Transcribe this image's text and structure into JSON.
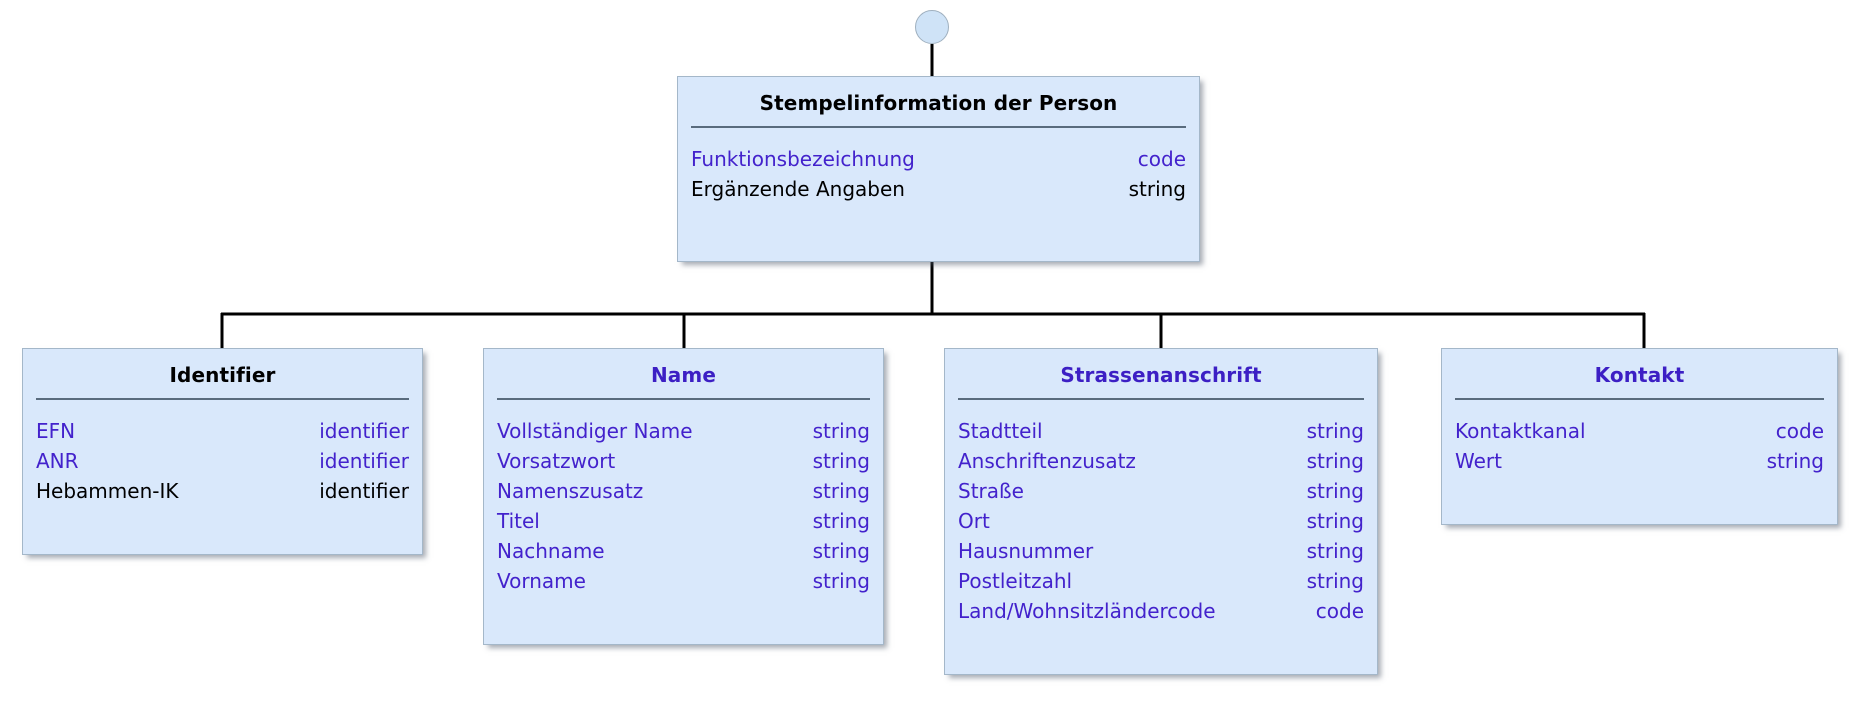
{
  "diagram": {
    "type": "uml-class-diagram",
    "title_text": "Stempelinformation der Person",
    "start_node": {
      "icon": "start-circle-icon"
    },
    "root": {
      "id": "stempelinformation-der-person",
      "title": "Stempelinformation der Person",
      "title_color": "#000000",
      "attributes": [
        {
          "name": "Funktionsbezeichnung",
          "type": "code",
          "color": "#4322cc"
        },
        {
          "name": "Ergänzende Angaben",
          "type": "string",
          "color": "#000000"
        }
      ]
    },
    "children": [
      {
        "id": "identifier",
        "title": "Identifier",
        "title_color": "#000000",
        "attributes": [
          {
            "name": "EFN",
            "type": "identifier",
            "color": "#4322cc"
          },
          {
            "name": "ANR",
            "type": "identifier",
            "color": "#4322cc"
          },
          {
            "name": "Hebammen-IK",
            "type": "identifier",
            "color": "#000000"
          }
        ]
      },
      {
        "id": "name",
        "title": "Name",
        "title_color": "#3c1fc4",
        "attributes": [
          {
            "name": "Vollständiger Name",
            "type": "string",
            "color": "#4322cc"
          },
          {
            "name": "Vorsatzwort",
            "type": "string",
            "color": "#4322cc"
          },
          {
            "name": "Namenszusatz",
            "type": "string",
            "color": "#4322cc"
          },
          {
            "name": "Titel",
            "type": "string",
            "color": "#4322cc"
          },
          {
            "name": "Nachname",
            "type": "string",
            "color": "#4322cc"
          },
          {
            "name": "Vorname",
            "type": "string",
            "color": "#4322cc"
          }
        ]
      },
      {
        "id": "strassenanschrift",
        "title": "Strassenanschrift",
        "title_color": "#3c1fc4",
        "attributes": [
          {
            "name": "Stadtteil",
            "type": "string",
            "color": "#4322cc"
          },
          {
            "name": "Anschriftenzusatz",
            "type": "string",
            "color": "#4322cc"
          },
          {
            "name": "Straße",
            "type": "string",
            "color": "#4322cc"
          },
          {
            "name": "Ort",
            "type": "string",
            "color": "#4322cc"
          },
          {
            "name": "Hausnummer",
            "type": "string",
            "color": "#4322cc"
          },
          {
            "name": "Postleitzahl",
            "type": "string",
            "color": "#4322cc"
          },
          {
            "name": "Land/Wohnsitzländercode",
            "type": "code",
            "color": "#4322cc"
          }
        ]
      },
      {
        "id": "kontakt",
        "title": "Kontakt",
        "title_color": "#3c1fc4",
        "attributes": [
          {
            "name": "Kontaktkanal",
            "type": "code",
            "color": "#4322cc"
          },
          {
            "name": "Wert",
            "type": "string",
            "color": "#4322cc"
          }
        ]
      }
    ],
    "colors": {
      "box_fill": "#d9e8fb",
      "box_border": "#a4b7c9",
      "separator": "#596b7d",
      "link_line": "#000000",
      "title_black": "#000000",
      "title_purple": "#3c1fc4",
      "attr_purple": "#4322cc",
      "attr_black": "#000000",
      "circle_fill": "#cfe3f7",
      "circle_border": "#9fb0bf",
      "background": "#ffffff"
    }
  }
}
